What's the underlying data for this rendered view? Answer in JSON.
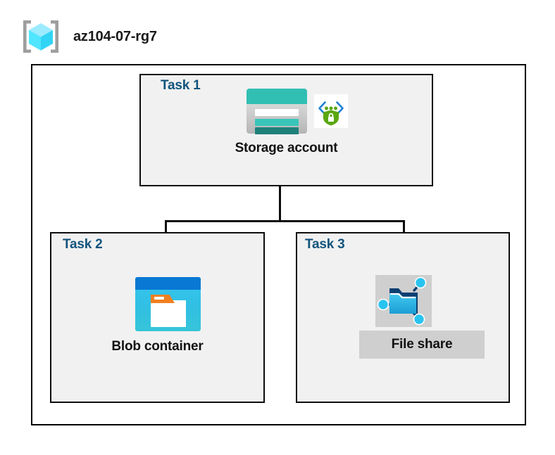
{
  "diagram": {
    "type": "azure-architecture",
    "background_color": "#ffffff",
    "header": {
      "icon": "resource-group-cube-icon",
      "title": "az104-07-rg7"
    },
    "colors": {
      "task_label": "#12537d",
      "caption": "#121212",
      "box_fill": "#f1f1f1",
      "box_border": "#0d0d0d",
      "selection_highlight": "#cfcfcf",
      "storage_teal": "#32bfb3",
      "blob_blue": "#0878d4",
      "blob_cyan": "#36c6ef",
      "folder_cyan": "#29b6e8",
      "shield_green": "#5aa711",
      "bracket_gray": "#9e9e9e",
      "cube_cyan": "#50e6ff"
    },
    "tasks": [
      {
        "id": "task1",
        "label": "Task 1",
        "node_caption": "Storage account",
        "icons": [
          "storage-account-icon",
          "storage-security-icon"
        ],
        "selected": false
      },
      {
        "id": "task2",
        "label": "Task 2",
        "node_caption": "Blob container",
        "icons": [
          "blob-container-icon"
        ],
        "selected": false
      },
      {
        "id": "task3",
        "label": "Task 3",
        "node_caption": "File share",
        "icons": [
          "file-share-icon"
        ],
        "selected": true
      }
    ],
    "connections": [
      {
        "from": "task1",
        "to": "task2"
      },
      {
        "from": "task1",
        "to": "task3"
      }
    ]
  }
}
